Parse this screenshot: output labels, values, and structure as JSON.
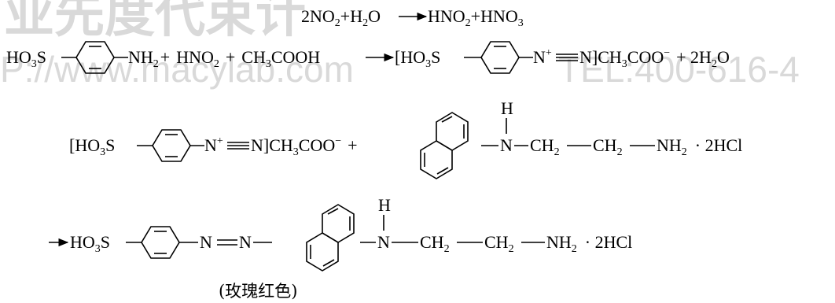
{
  "watermark": {
    "banner_cjk": "业先度代束计",
    "url_text": "P://www.macylab.com",
    "tel_text": "TEL:400-616-4"
  },
  "eq1": {
    "pre": "2NO",
    "sub1": "2",
    "mid1": "+H",
    "sub2": "2",
    "mid2": "O",
    "post1": "HNO",
    "sub3": "2",
    "post2": "+HNO",
    "sub4": "3"
  },
  "eq2": {
    "left_group": "HO",
    "left_group_sub": "3",
    "left_group_end": "S",
    "amine": "NH",
    "amine_sub": "2",
    "plus1": "+",
    "reagent1": "HNO",
    "reagent1_sub": "2",
    "plus2": "+",
    "reagent2_a": "CH",
    "reagent2_sub": "3",
    "reagent2_b": "COOH",
    "bracket_open": "[HO",
    "bracket_sub": "3",
    "bracket_end": "S",
    "n_plus": "N",
    "plus_sup": "+",
    "n2": "N]CH",
    "acetate_sub": "3",
    "acetate": "COO",
    "minus_sup": "−",
    "plus3": "+ 2H",
    "water_sub": "2",
    "water_end": "O"
  },
  "eq3": {
    "bracket_open": "[HO",
    "bracket_sub": "3",
    "bracket_end": "S",
    "n_plus": "N",
    "plus_sup": "+",
    "n2": "N]CH",
    "acetate_sub": "3",
    "acetate": "COO",
    "minus_sup": "−",
    "plus": "+",
    "h_label": "H",
    "n_label": "N",
    "ch2a": "CH",
    "ch2a_sub": "2",
    "ch2b": "CH",
    "ch2b_sub": "2",
    "nh2": "NH",
    "nh2_sub": "2",
    "salt": "· 2HCl"
  },
  "eq4": {
    "left_group": "HO",
    "left_group_sub": "3",
    "left_group_end": "S",
    "azo_n1": "N",
    "azo_n2": "N",
    "h_label": "H",
    "n_label": "N",
    "ch2a": "CH",
    "ch2a_sub": "2",
    "ch2b": "CH",
    "ch2b_sub": "2",
    "nh2": "NH",
    "nh2_sub": "2",
    "salt": "· 2HCl",
    "caption": "(玫瑰红色)"
  }
}
